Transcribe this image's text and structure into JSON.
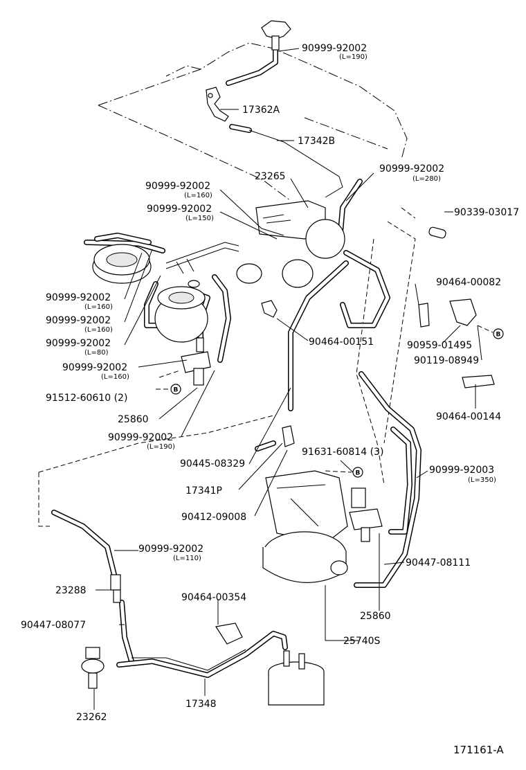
{
  "labels": [
    {
      "id": "p1",
      "code": "90999-92002",
      "sub": "(L=190)"
    },
    {
      "id": "p2",
      "code": "17362A",
      "sub": ""
    },
    {
      "id": "p3",
      "code": "17342B",
      "sub": ""
    },
    {
      "id": "p4",
      "code": "23265",
      "sub": ""
    },
    {
      "id": "p5",
      "code": "90999-92002",
      "sub": "(L=280)"
    },
    {
      "id": "p6",
      "code": "90999-92002",
      "sub": "(L=160)"
    },
    {
      "id": "p7",
      "code": "90999-92002",
      "sub": "(L=150)"
    },
    {
      "id": "p8",
      "code": "90339-03017",
      "sub": ""
    },
    {
      "id": "p9",
      "code": "90464-00082",
      "sub": ""
    },
    {
      "id": "p10",
      "code": "90999-92002",
      "sub": "(L=160)"
    },
    {
      "id": "p11",
      "code": "90999-92002",
      "sub": "(L=160)"
    },
    {
      "id": "p12",
      "code": "90999-92002",
      "sub": "(L=80)"
    },
    {
      "id": "p13",
      "code": "90464-00151",
      "sub": ""
    },
    {
      "id": "p14",
      "code": "90959-01495",
      "sub": ""
    },
    {
      "id": "p15",
      "code": "90119-08949",
      "sub": ""
    },
    {
      "id": "p16",
      "code": "90999-92002",
      "sub": "(L=160)"
    },
    {
      "id": "p17",
      "code": "91512-60610 (2)",
      "sub": ""
    },
    {
      "id": "p18",
      "code": "25860",
      "sub": ""
    },
    {
      "id": "p19",
      "code": "90999-92002",
      "sub": "(L=190)"
    },
    {
      "id": "p20",
      "code": "90464-00144",
      "sub": ""
    },
    {
      "id": "p21",
      "code": "91631-60814 (3)",
      "sub": ""
    },
    {
      "id": "p22",
      "code": "90445-08329",
      "sub": ""
    },
    {
      "id": "p23",
      "code": "90999-92003",
      "sub": "(L=350)"
    },
    {
      "id": "p24",
      "code": "17341P",
      "sub": ""
    },
    {
      "id": "p25",
      "code": "90412-09008",
      "sub": ""
    },
    {
      "id": "p26",
      "code": "90999-92002",
      "sub": "(L=110)"
    },
    {
      "id": "p27",
      "code": "90447-08111",
      "sub": ""
    },
    {
      "id": "p28",
      "code": "23288",
      "sub": ""
    },
    {
      "id": "p29",
      "code": "90464-00354",
      "sub": ""
    },
    {
      "id": "p30",
      "code": "25860",
      "sub": ""
    },
    {
      "id": "p31",
      "code": "90447-08077",
      "sub": ""
    },
    {
      "id": "p32",
      "code": "25740S",
      "sub": ""
    },
    {
      "id": "p33",
      "code": "17348",
      "sub": ""
    },
    {
      "id": "p34",
      "code": "23262",
      "sub": ""
    }
  ],
  "markers": {
    "b": "B"
  },
  "figure_ref": "171161-A"
}
